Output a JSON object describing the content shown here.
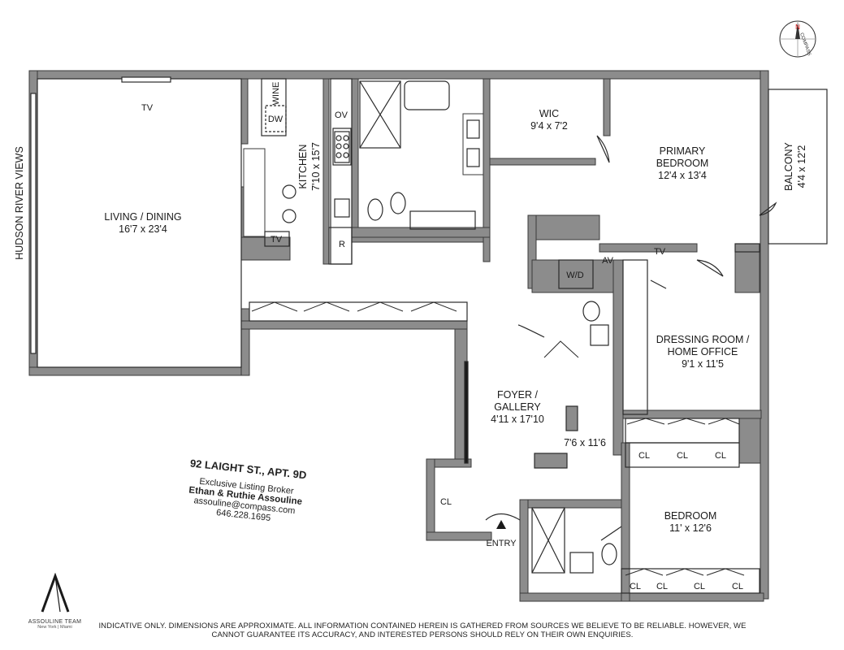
{
  "rooms": {
    "living": {
      "name": "LIVING / DINING",
      "dims": "16'7 x 23'4"
    },
    "kitchen": {
      "name": "KITCHEN",
      "dims": "7'10 x 15'7"
    },
    "wic": {
      "name": "WIC",
      "dims": "9'4 x 7'2"
    },
    "primary": {
      "name1": "PRIMARY",
      "name2": "BEDROOM",
      "dims": "12'4 x 13'4"
    },
    "balcony": {
      "name": "BALCONY",
      "dims": "4'4 x 12'2"
    },
    "dressing": {
      "name1": "DRESSING ROOM /",
      "name2": "HOME OFFICE",
      "dims": "9'1 x 11'5"
    },
    "foyer": {
      "name1": "FOYER /",
      "name2": "GALLERY",
      "dims": "4'11 x 17'10",
      "dims2": "7'6 x 11'6"
    },
    "bedroom": {
      "name": "BEDROOM",
      "dims": "11' x 12'6"
    }
  },
  "fixtures": {
    "tv": "TV",
    "wine": "WINE",
    "dw": "DW",
    "ov": "OV",
    "r": "R",
    "wd": "W/D",
    "av": "AV",
    "cl": "CL",
    "entry": "ENTRY"
  },
  "views_label": "HUDSON RIVER VIEWS",
  "compass": {
    "n": "N",
    "label": "COMPASS"
  },
  "listing": {
    "address": "92 LAIGHT ST., APT. 9D",
    "broker_label": "Exclusive Listing Broker",
    "names": "Ethan & Ruthie Assouline",
    "email": "assouline@compass.com",
    "phone": "646.228.1695"
  },
  "logo": {
    "letter": "A",
    "team": "ASSOULINE TEAM",
    "locations": "New York | Miami"
  },
  "disclaimer": {
    "line1": "INDICATIVE ONLY. DIMENSIONS ARE APPROXIMATE. ALL INFORMATION CONTAINED HEREIN IS GATHERED FROM SOURCES WE BELIEVE TO BE RELIABLE. HOWEVER, WE",
    "line2": "CANNOT GUARANTEE ITS ACCURACY, AND INTERESTED PERSONS SHOULD RELY ON THEIR OWN ENQUIRIES."
  },
  "colors": {
    "wall": "#8c8c8c",
    "wall_stroke": "#3a3a3a",
    "fill": "#ffffff",
    "ink": "#1a1a1a"
  }
}
